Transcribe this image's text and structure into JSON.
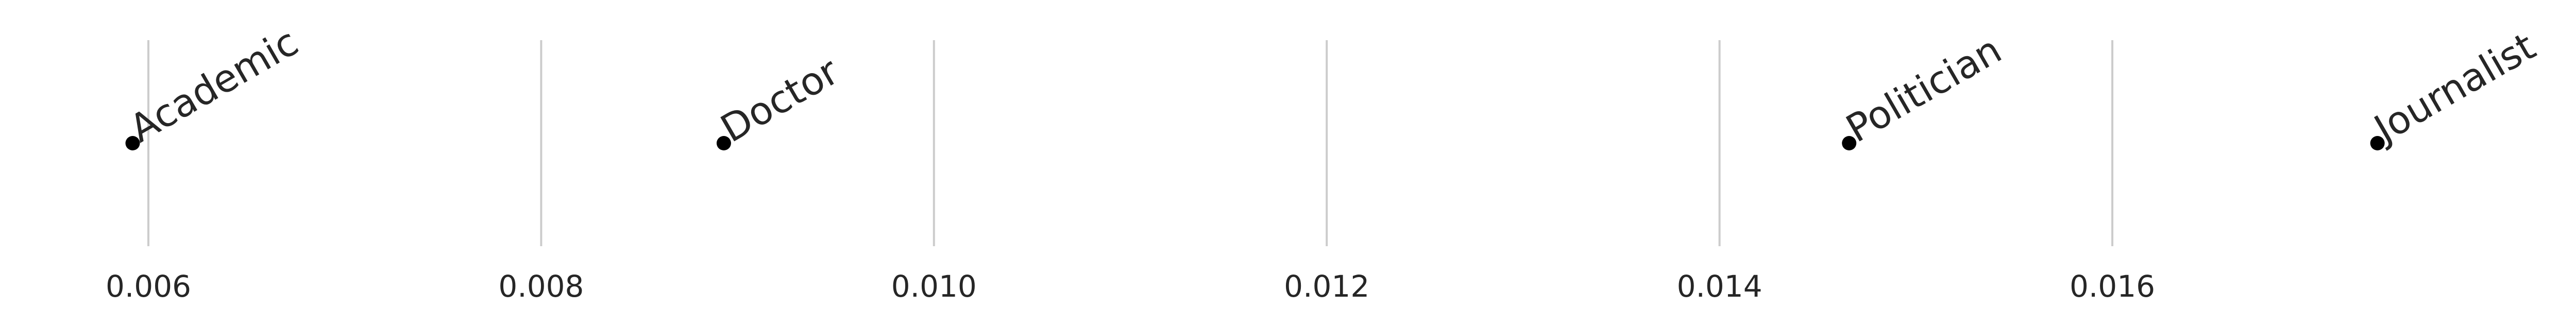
{
  "chart_data": {
    "type": "scatter",
    "title": "",
    "xlabel": "",
    "ylabel": "",
    "xlim": [
      0.0059,
      0.0173
    ],
    "x_ticks": [
      "0.006",
      "0.008",
      "0.010",
      "0.012",
      "0.014",
      "0.016"
    ],
    "grid": "vertical",
    "points": [
      {
        "label": "Academic",
        "x": 0.00592
      },
      {
        "label": "Doctor",
        "x": 0.00893
      },
      {
        "label": "Politician",
        "x": 0.01466
      },
      {
        "label": "Journalist",
        "x": 0.01735
      }
    ],
    "colors": {
      "point": "#000000",
      "grid": "#cccccc",
      "text": "#262626"
    }
  }
}
